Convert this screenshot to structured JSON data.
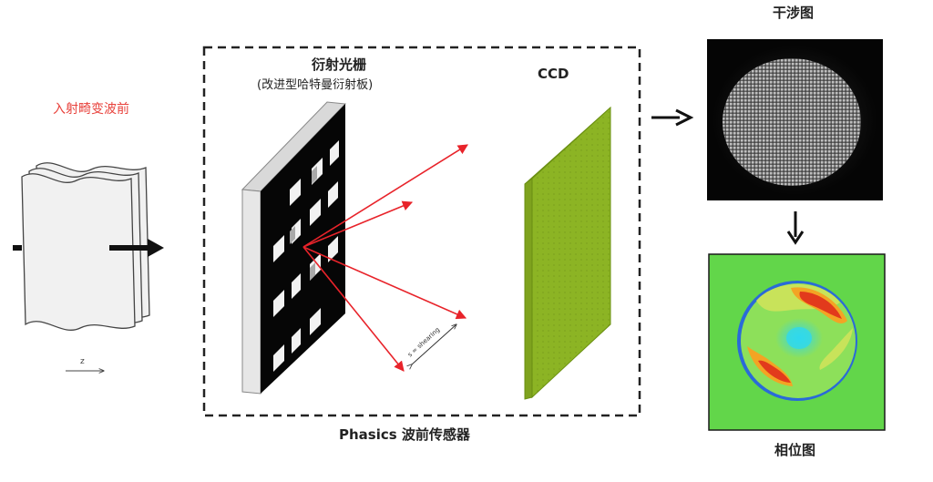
{
  "labels": {
    "incident_wavefront": "入射畸变波前",
    "axis_z": "z",
    "grating_title": "衍射光栅",
    "grating_subtitle": "(改进型哈特曼衍射板)",
    "ccd": "CCD",
    "shearing": "s = shearing",
    "sensor_name": "Phasics 波前传感器",
    "interferogram": "干涉图",
    "phase_map": "相位图"
  },
  "colors": {
    "incident_label": "#e8413b",
    "rays": "#e8232a",
    "ccd_face": "#8cb424",
    "ccd_edge": "#6a8f12",
    "phase_background": "#62d64a",
    "phase_frame": "#1a1a1a",
    "interferogram_bg": "#050505"
  },
  "icons": {
    "flow_arrow_right": "arrow-right-icon",
    "flow_arrow_down": "arrow-down-icon"
  }
}
